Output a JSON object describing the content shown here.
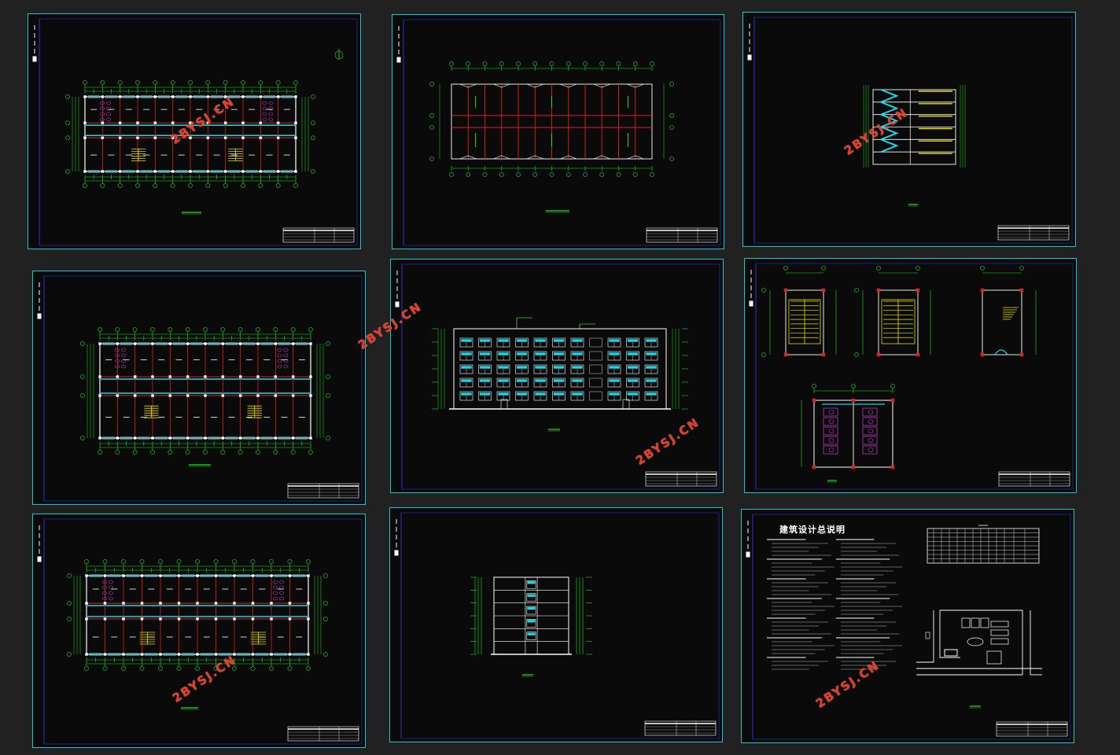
{
  "title": "建筑设计总说明",
  "watermark": "2BYSJ.CN",
  "colors": {
    "background": "#212121",
    "sheet_border": "#14c8c8",
    "axis_green": "#22dd22",
    "column_red": "#e02020",
    "stair_yellow": "#e6e000",
    "window_cyan": "#18d8e8",
    "furniture_magenta": "#d040d0",
    "watermark_red": "#e63c28"
  },
  "sheets": [
    {
      "name": "sheet-plan-1",
      "kind": "plan"
    },
    {
      "name": "sheet-roof-structure",
      "kind": "roof"
    },
    {
      "name": "sheet-section",
      "kind": "section"
    },
    {
      "name": "sheet-plan-2",
      "kind": "plan"
    },
    {
      "name": "sheet-front-elevation",
      "kind": "elevation"
    },
    {
      "name": "sheet-stair-details",
      "kind": "details"
    },
    {
      "name": "sheet-plan-3",
      "kind": "plan"
    },
    {
      "name": "sheet-side-elevation",
      "kind": "side"
    },
    {
      "name": "sheet-design-notes",
      "kind": "notes"
    }
  ]
}
